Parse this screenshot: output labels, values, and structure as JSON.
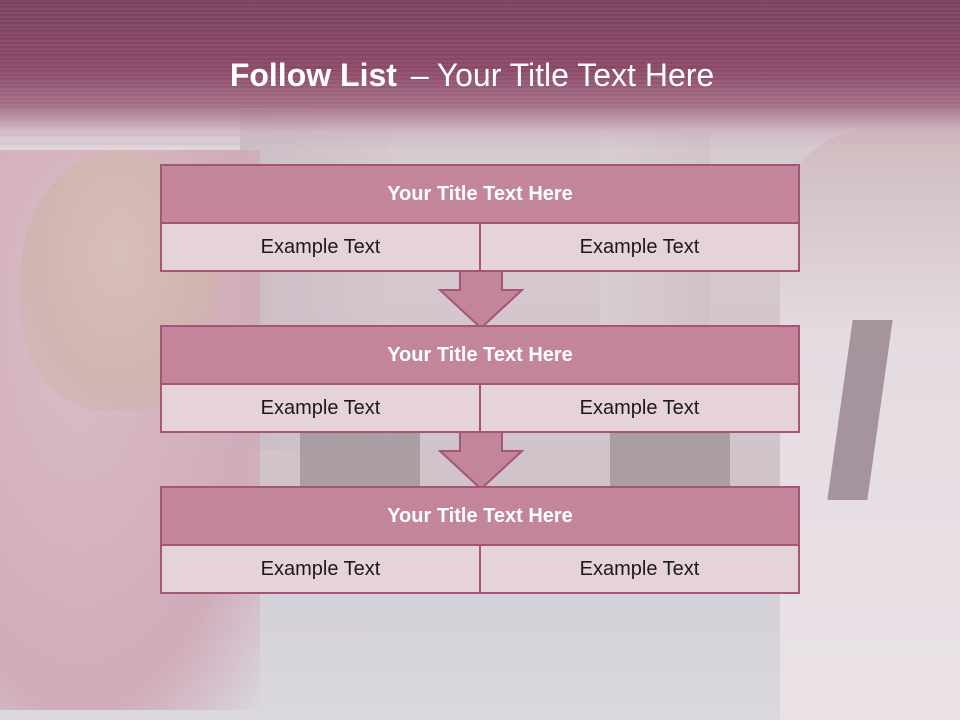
{
  "slide": {
    "title_bold": "Follow List",
    "title_dash": "–",
    "title_rest": "Your Title Text Here"
  },
  "steps": [
    {
      "title": "Your Title Text Here",
      "left": "Example Text",
      "right": "Example Text"
    },
    {
      "title": "Your Title Text Here",
      "left": "Example Text",
      "right": "Example Text"
    },
    {
      "title": "Your Title Text Here",
      "left": "Example Text",
      "right": "Example Text"
    }
  ],
  "colors": {
    "header": "#8d4a6a",
    "box_title": "#c38599",
    "box_cell": "#e6d3da",
    "border": "#a4557a",
    "arrow": "#c38599"
  },
  "icons": [
    "down-arrow-icon",
    "down-arrow-icon"
  ]
}
